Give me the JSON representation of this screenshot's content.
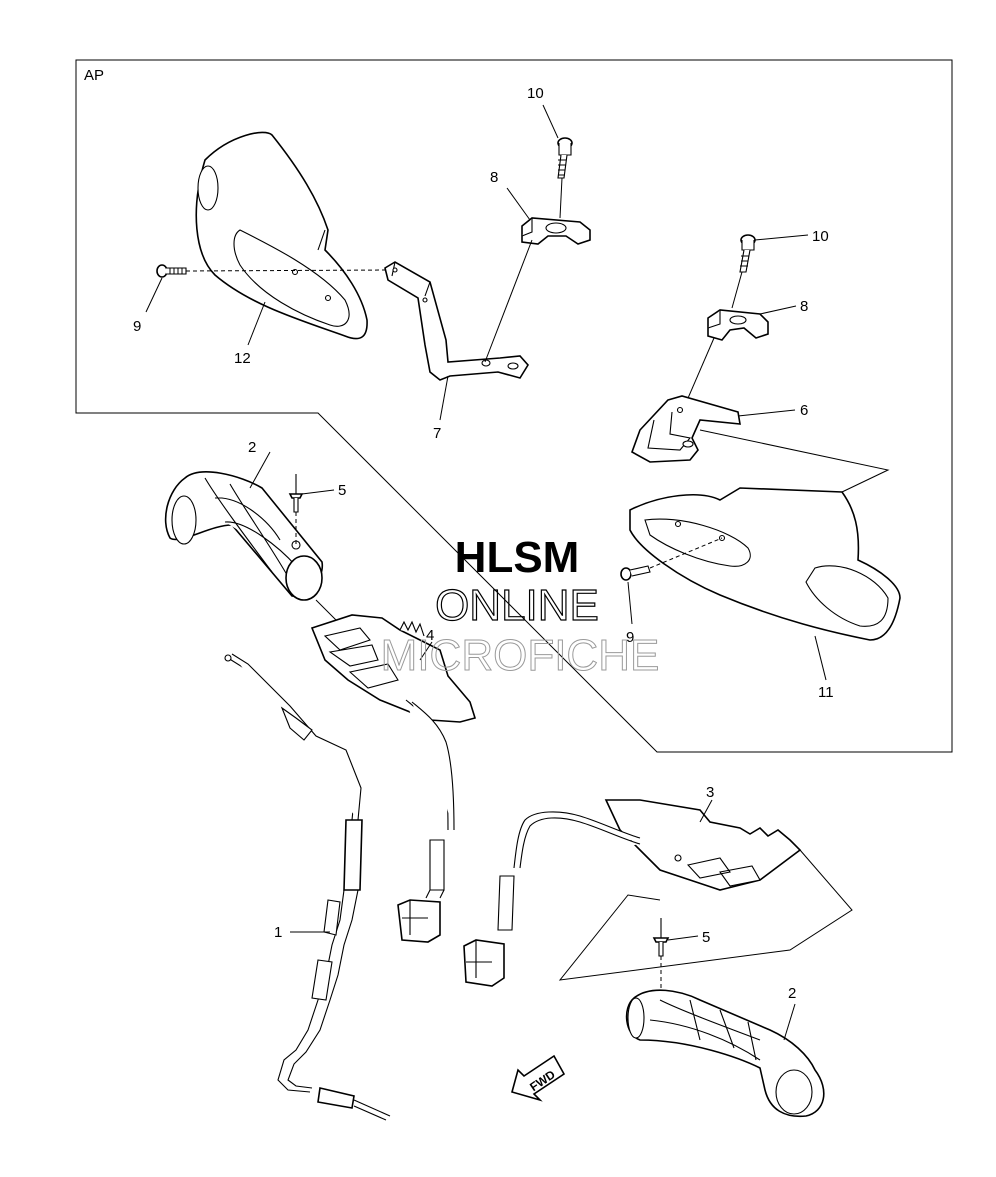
{
  "diagram": {
    "frame_label": "AP",
    "callouts": {
      "c1": "1",
      "c2a": "2",
      "c2b": "2",
      "c3": "3",
      "c4": "4",
      "c5a": "5",
      "c5b": "5",
      "c6": "6",
      "c7": "7",
      "c8a": "8",
      "c8b": "8",
      "c9a": "9",
      "c9b": "9",
      "c10a": "10",
      "c10b": "10",
      "c11": "11",
      "c12": "12"
    },
    "fwd_label": "FWD"
  },
  "watermark": {
    "line1": "HLSM",
    "line2": "ONLINE",
    "line3": "MICROFICHE"
  }
}
